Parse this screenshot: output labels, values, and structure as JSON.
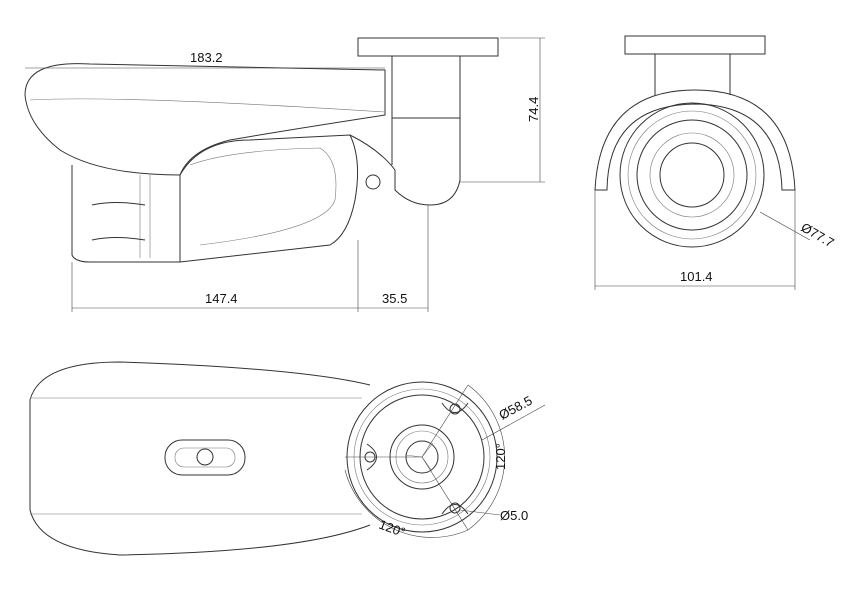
{
  "drawing": {
    "side_view": {
      "total_length": "183.2",
      "height_to_mount": "74.4",
      "body_length": "147.4",
      "mount_offset": "35.5"
    },
    "front_view": {
      "width": "101.4",
      "lens_diameter": "Ø77.7"
    },
    "bottom_view": {
      "base_diameter": "Ø58.5",
      "hole_angle_right": "120°",
      "hole_angle_bottom": "120°",
      "hole_diameter": "Ø5.0"
    }
  }
}
